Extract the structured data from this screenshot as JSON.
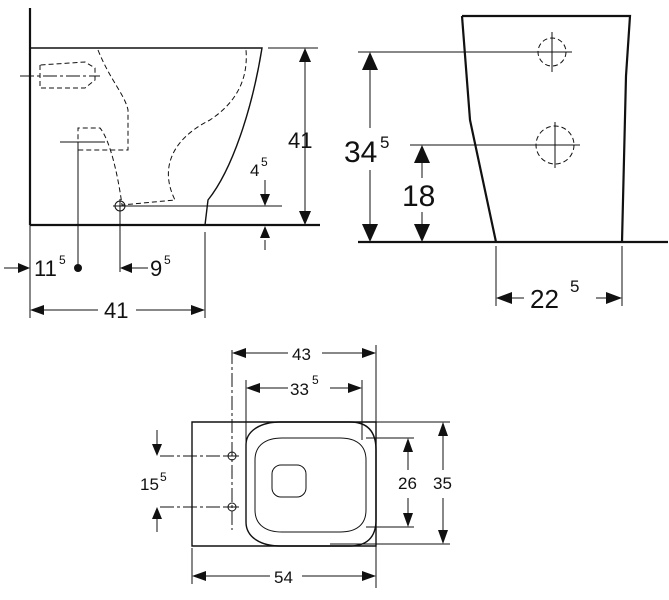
{
  "side_view": {
    "height_total": {
      "main": "41",
      "sup": ""
    },
    "inlet_height": {
      "main": "4",
      "sup": "5"
    },
    "outlet_offset": {
      "main": "11",
      "sup": "5"
    },
    "outlet_distance": {
      "main": "9",
      "sup": "5"
    },
    "depth_total": {
      "main": "41",
      "sup": ""
    }
  },
  "rear_view": {
    "upper_hole_height": {
      "main": "34",
      "sup": "5"
    },
    "lower_hole_height": {
      "main": "18",
      "sup": ""
    },
    "base_width": {
      "main": "22",
      "sup": "5"
    }
  },
  "top_view": {
    "overall_length": {
      "main": "43",
      "sup": ""
    },
    "seat_length": {
      "main": "33",
      "sup": "5"
    },
    "bolt_spacing": {
      "main": "15",
      "sup": "5"
    },
    "seat_width": {
      "main": "26",
      "sup": ""
    },
    "body_width": {
      "main": "35",
      "sup": ""
    },
    "total_length": {
      "main": "54",
      "sup": ""
    }
  }
}
